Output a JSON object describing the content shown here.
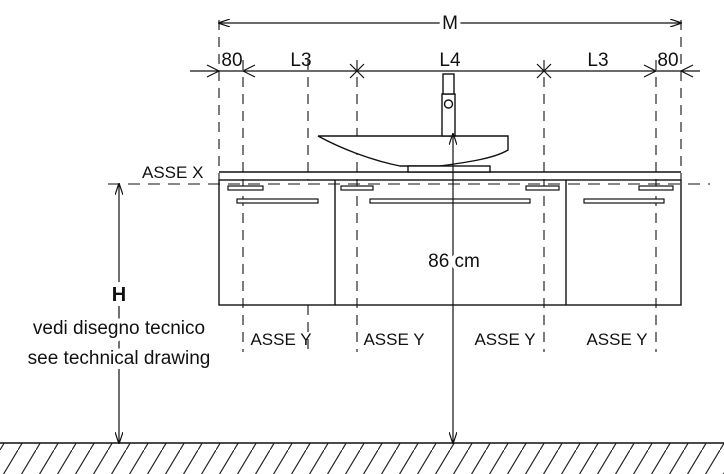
{
  "dimensions": {
    "total": "M",
    "side_gap_left": "80",
    "module_left": "L3",
    "module_center": "L4",
    "module_right": "L3",
    "side_gap_right": "80",
    "sink_height": "86 cm"
  },
  "axes": {
    "x_label": "ASSE X",
    "y_labels": [
      "ASSE Y",
      "ASSE Y",
      "ASSE Y",
      "ASSE Y"
    ]
  },
  "height_note": {
    "symbol": "H",
    "line_it": "vedi disegno tecnico",
    "line_en": "see technical drawing"
  }
}
